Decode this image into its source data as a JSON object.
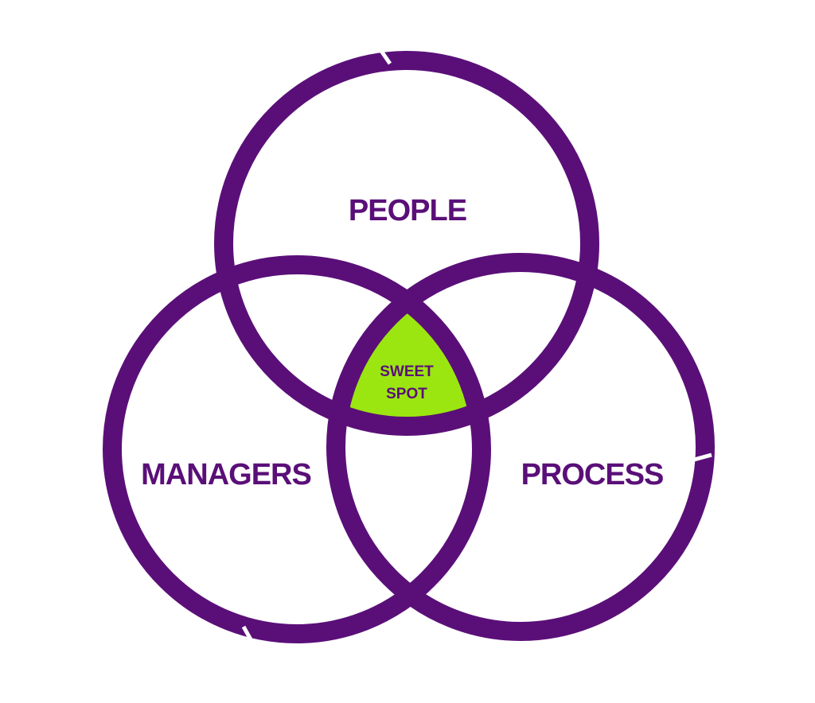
{
  "diagram": {
    "colors": {
      "ring": "#5a0f78",
      "text": "#5a0f78",
      "sweet_spot_fill": "#9be610",
      "background": "#ffffff"
    },
    "circles": [
      {
        "label": "PEOPLE"
      },
      {
        "label": "MANAGERS"
      },
      {
        "label": "PROCESS"
      }
    ],
    "sweet_spot": {
      "line1": "SWEET",
      "line2": "SPOT"
    }
  }
}
